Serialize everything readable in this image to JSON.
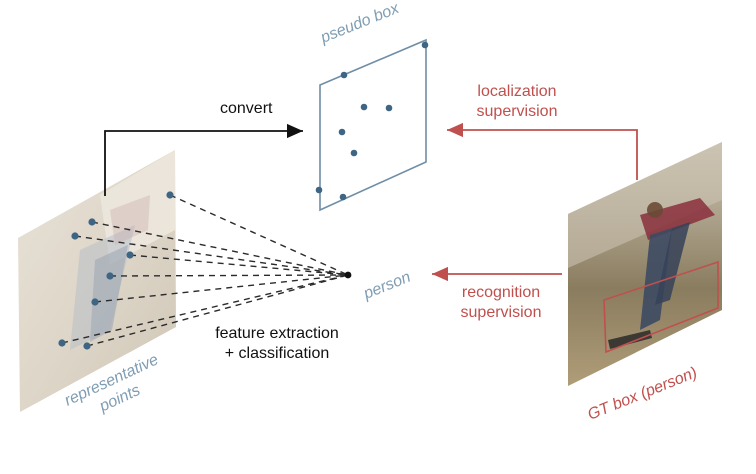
{
  "labels": {
    "convert": "convert",
    "pseudo_box": "pseudo box",
    "localization_supervision": [
      "localization",
      "supervision"
    ],
    "person": "person",
    "recognition_supervision": [
      "recognition",
      "supervision"
    ],
    "feature_extraction": [
      "feature extraction",
      "+ classification"
    ],
    "representative_points": [
      "representative",
      "points"
    ],
    "gt_box": "GT box (person)"
  },
  "colors": {
    "black_arrow": "#111111",
    "red_arrow": "#c0504d",
    "point_blue": "#3e6583",
    "box_blue": "#6f8ea6",
    "label_blue": "#7f9db3"
  }
}
